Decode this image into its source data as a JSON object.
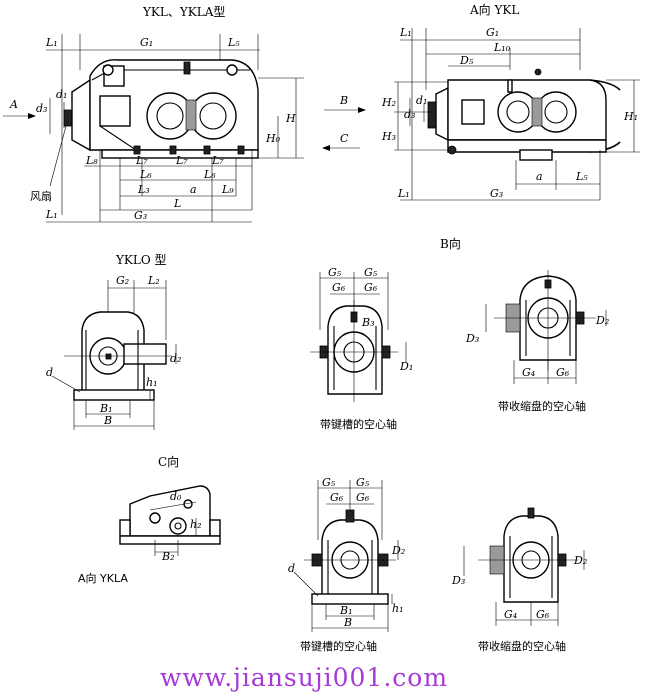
{
  "titles": {
    "ykl_ykla": "YKL、YKLA型",
    "a_view_ykl": "A向 YKL",
    "yklo": "YKLO 型",
    "b_view": "B向",
    "c_view": "C向",
    "a_view_ykla": "A向 YKLA"
  },
  "captions": {
    "fan": "风扇",
    "keyed_hollow_1": "带键槽的空心轴",
    "shrink_hollow_1": "带收缩盘的空心轴",
    "keyed_hollow_2": "带键槽的空心轴",
    "shrink_hollow_2": "带收缩盘的空心轴"
  },
  "arrows": {
    "A": "A",
    "B": "B",
    "C": "C"
  },
  "labels": {
    "L1": "L₁",
    "G1": "G₁",
    "L5": "L₅",
    "d3": "d₃",
    "d1": "d₁",
    "H": "H",
    "H0": "H₀",
    "L8": "L₈",
    "L7": "L₇",
    "L6": "L₆",
    "L3": "L₃",
    "a": "a",
    "L9": "L₉",
    "L": "L",
    "G3": "G₃",
    "L10": "L₁₀",
    "D5": "D₅",
    "H2": "H₂",
    "H3": "H₃",
    "H1": "H₁",
    "G2": "G₂",
    "L2": "L₂",
    "d": "d",
    "d2": "d₂",
    "h1": "h₁",
    "B1": "B₁",
    "B": "B",
    "G5": "G₅",
    "G6": "G₆",
    "B3": "B₃",
    "D1": "D₁",
    "G4": "G₄",
    "D3": "D₃",
    "D2": "D₂",
    "d0": "d₀",
    "h2": "h₂",
    "B2": "B₂"
  },
  "watermark": "www.jiansuji001.com"
}
